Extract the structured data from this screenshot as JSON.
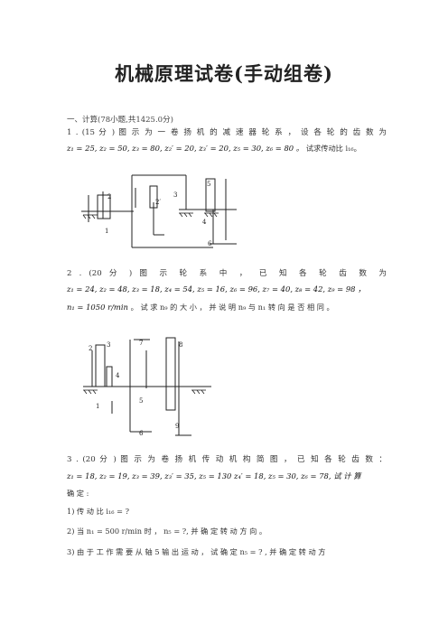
{
  "title": "机械原理试卷(手动组卷)",
  "section": "一、计算(78小题,共1425.0分)",
  "q1": {
    "line1": "1 .  (15  分 ) 图 示 为 一 卷 扬 机 的 减 速 器 轮 系 ， 设 各 轮 的 齿 数 为",
    "formula": "z₁ = 25, z₂ = 50, z₃ = 80, z₂′ = 20,  z₃′ = 20,  z₅ = 30, z₆ = 80 。",
    "ask": "试求传动比 i₁₆。",
    "fig_labels": [
      "2",
      "1",
      "2′",
      "3",
      "5",
      "4",
      "6"
    ]
  },
  "q2": {
    "line1": "2 .  (20  分 )  图   示   轮   系   中 ，   已   知   各   轮   齿   数   为",
    "formula": "z₁ = 24, z₂ = 48, z₃ = 18, z₄ = 54, z₅ = 16,      z₆ = 96,      z₇ = 40,      z₈ = 42, z₉ = 98 ，",
    "line3_math": "n₁ = 1050 r/min",
    "line3_text": "。 试 求 n₉ 的 大 小 ， 并 说 明 n₉ 与  n₁ 转 向 是 否 相 同 。",
    "fig_labels": [
      "2",
      "3",
      "7",
      "8",
      "4",
      "1",
      "5",
      "6",
      "9"
    ]
  },
  "q3": {
    "line1": "3 .  (20  分 )  图  示  为  卷  扬  机  传  动  机  构  简  图 ，  已  知  各  轮  齿  数 ：",
    "formula": "z₁ = 18, z₂ = 19, z₃ = 39, z₃′ = 35,          z₅ = 130 z₄′ = 18, z₅ = 30, z₆ = 78,  试  计  算",
    "line3": "确  定 :",
    "item1": "1)  传  动  比     i₁₆ = ?",
    "item2": "2)  当   n₁ = 500 r/min 时 ，  n₅ = ?,  并  确  定    转  动  方  向 。",
    "item3": "3)  由  于  工  作  需  要  从  轴  5  输  出  运  动 ，  试  确  定  n₅ = ? ,  并  确  定    转  动  方"
  }
}
